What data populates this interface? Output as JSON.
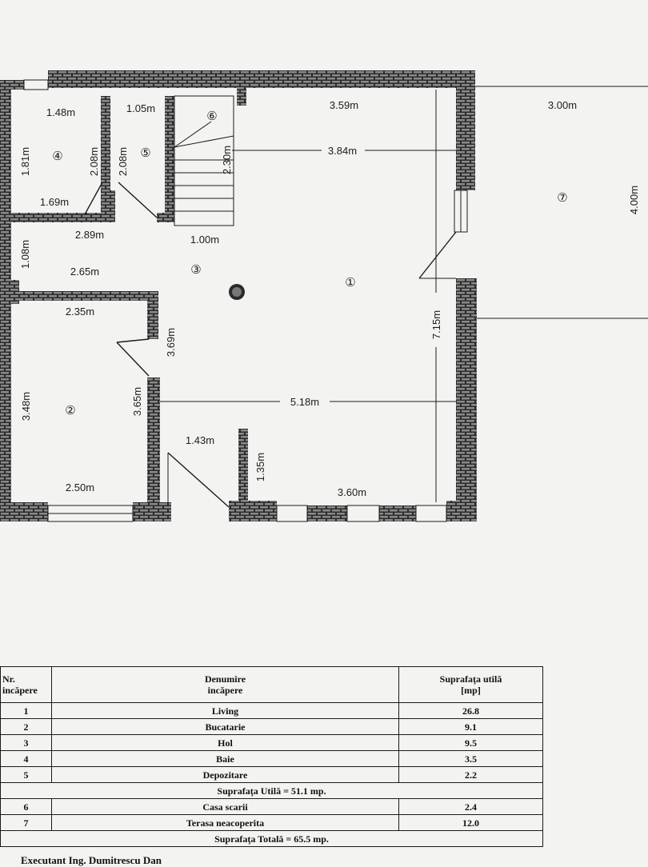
{
  "rooms": [
    {
      "nr": "1",
      "label": "①"
    },
    {
      "nr": "2",
      "label": "②"
    },
    {
      "nr": "3",
      "label": "③"
    },
    {
      "nr": "4",
      "label": "④"
    },
    {
      "nr": "5",
      "label": "⑤"
    },
    {
      "nr": "6",
      "label": "⑥"
    },
    {
      "nr": "7",
      "label": "⑦"
    }
  ],
  "dimensions": {
    "d_148": "1.48m",
    "d_105": "1.05m",
    "d_359": "3.59m",
    "d_300": "3.00m",
    "d_384": "3.84m",
    "d_181": "1.81m",
    "d_208a": "2.08m",
    "d_208b": "2.08m",
    "d_230": "2.30m",
    "d_169": "1.69m",
    "d_400": "4.00m",
    "d_289": "2.89m",
    "d_100": "1.00m",
    "d_108": "1.08m",
    "d_265": "2.65m",
    "d_235": "2.35m",
    "d_369": "3.69m",
    "d_715": "7.15m",
    "d_348": "3.48m",
    "d_365": "3.65m",
    "d_518": "5.18m",
    "d_143": "1.43m",
    "d_135": "1.35m",
    "d_250": "2.50m",
    "d_360": "3.60m"
  },
  "table": {
    "headers": {
      "nr": "Nr.\nincăpere",
      "name": "Denumire\nincăpere",
      "area": "Suprafaţa utilă\n[mp]"
    },
    "rows": [
      {
        "nr": "1",
        "name": "Living",
        "area": "26.8"
      },
      {
        "nr": "2",
        "name": "Bucatarie",
        "area": "9.1"
      },
      {
        "nr": "3",
        "name": "Hol",
        "area": "9.5"
      },
      {
        "nr": "4",
        "name": "Baie",
        "area": "3.5"
      },
      {
        "nr": "5",
        "name": "Depozitare",
        "area": "2.2"
      }
    ],
    "subtotal": "Suprafaţa Utilă = 51.1 mp.",
    "rows2": [
      {
        "nr": "6",
        "name": "Casa scarii",
        "area": "2.4"
      },
      {
        "nr": "7",
        "name": "Terasa neacoperita",
        "area": "12.0"
      }
    ],
    "total": "Suprafaţa Totală = 65.5 mp."
  },
  "footer": "Executant Ing. Dumitrescu Dan"
}
